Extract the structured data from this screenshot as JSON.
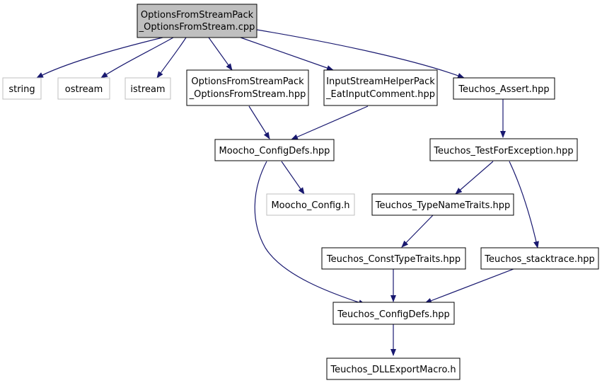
{
  "colors": {
    "edge": "#191970",
    "root_fill": "#bfbfbf",
    "node_border": "#000000",
    "external_border": "#bfbfbf",
    "node_fill": "#ffffff",
    "text": "#000000"
  },
  "nodes": {
    "root": {
      "lines": [
        "OptionsFromStreamPack",
        "_OptionsFromStream.cpp"
      ]
    },
    "string": {
      "lines": [
        "string"
      ]
    },
    "ostream": {
      "lines": [
        "ostream"
      ]
    },
    "istream": {
      "lines": [
        "istream"
      ]
    },
    "ofs_hpp": {
      "lines": [
        "OptionsFromStreamPack",
        "_OptionsFromStream.hpp"
      ]
    },
    "ish_hpp": {
      "lines": [
        "InputStreamHelperPack",
        "_EatInputComment.hpp"
      ]
    },
    "assert_hpp": {
      "lines": [
        "Teuchos_Assert.hpp"
      ]
    },
    "moocho_cfg_hpp": {
      "lines": [
        "Moocho_ConfigDefs.hpp"
      ]
    },
    "tfe_hpp": {
      "lines": [
        "Teuchos_TestForException.hpp"
      ]
    },
    "moocho_cfg_h": {
      "lines": [
        "Moocho_Config.h"
      ]
    },
    "tnt_hpp": {
      "lines": [
        "Teuchos_TypeNameTraits.hpp"
      ]
    },
    "ctt_hpp": {
      "lines": [
        "Teuchos_ConstTypeTraits.hpp"
      ]
    },
    "st_hpp": {
      "lines": [
        "Teuchos_stacktrace.hpp"
      ]
    },
    "teu_cfg_hpp": {
      "lines": [
        "Teuchos_ConfigDefs.hpp"
      ]
    },
    "dll_h": {
      "lines": [
        "Teuchos_DLLExportMacro.h"
      ]
    }
  }
}
